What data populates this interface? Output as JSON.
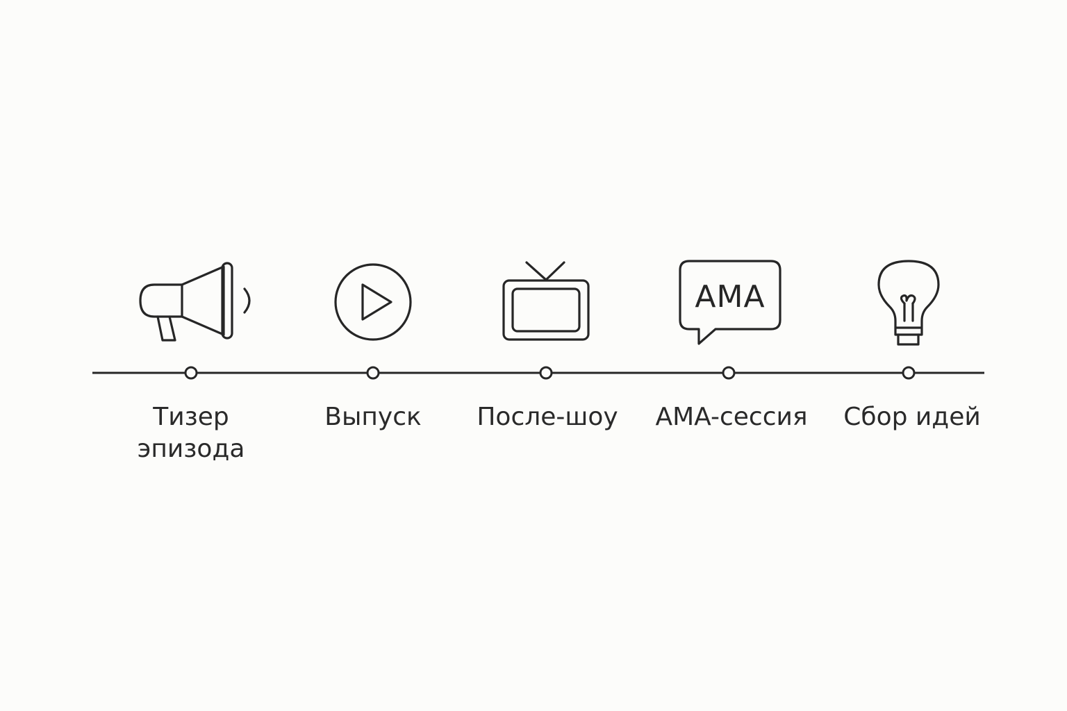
{
  "stages": [
    {
      "label": "Тизер эпизода",
      "icon": "megaphone-icon"
    },
    {
      "label": "Выпуск",
      "icon": "play-icon"
    },
    {
      "label": "После-шоу",
      "icon": "tv-icon"
    },
    {
      "label": "AMA-сессия",
      "icon": "speech-bubble-icon",
      "icon_text": "AMA"
    },
    {
      "label": "Сбор идей",
      "icon": "lightbulb-icon"
    }
  ],
  "colors": {
    "background": "#fcfcfa",
    "line": "#262626",
    "text": "#2a2a2a"
  }
}
